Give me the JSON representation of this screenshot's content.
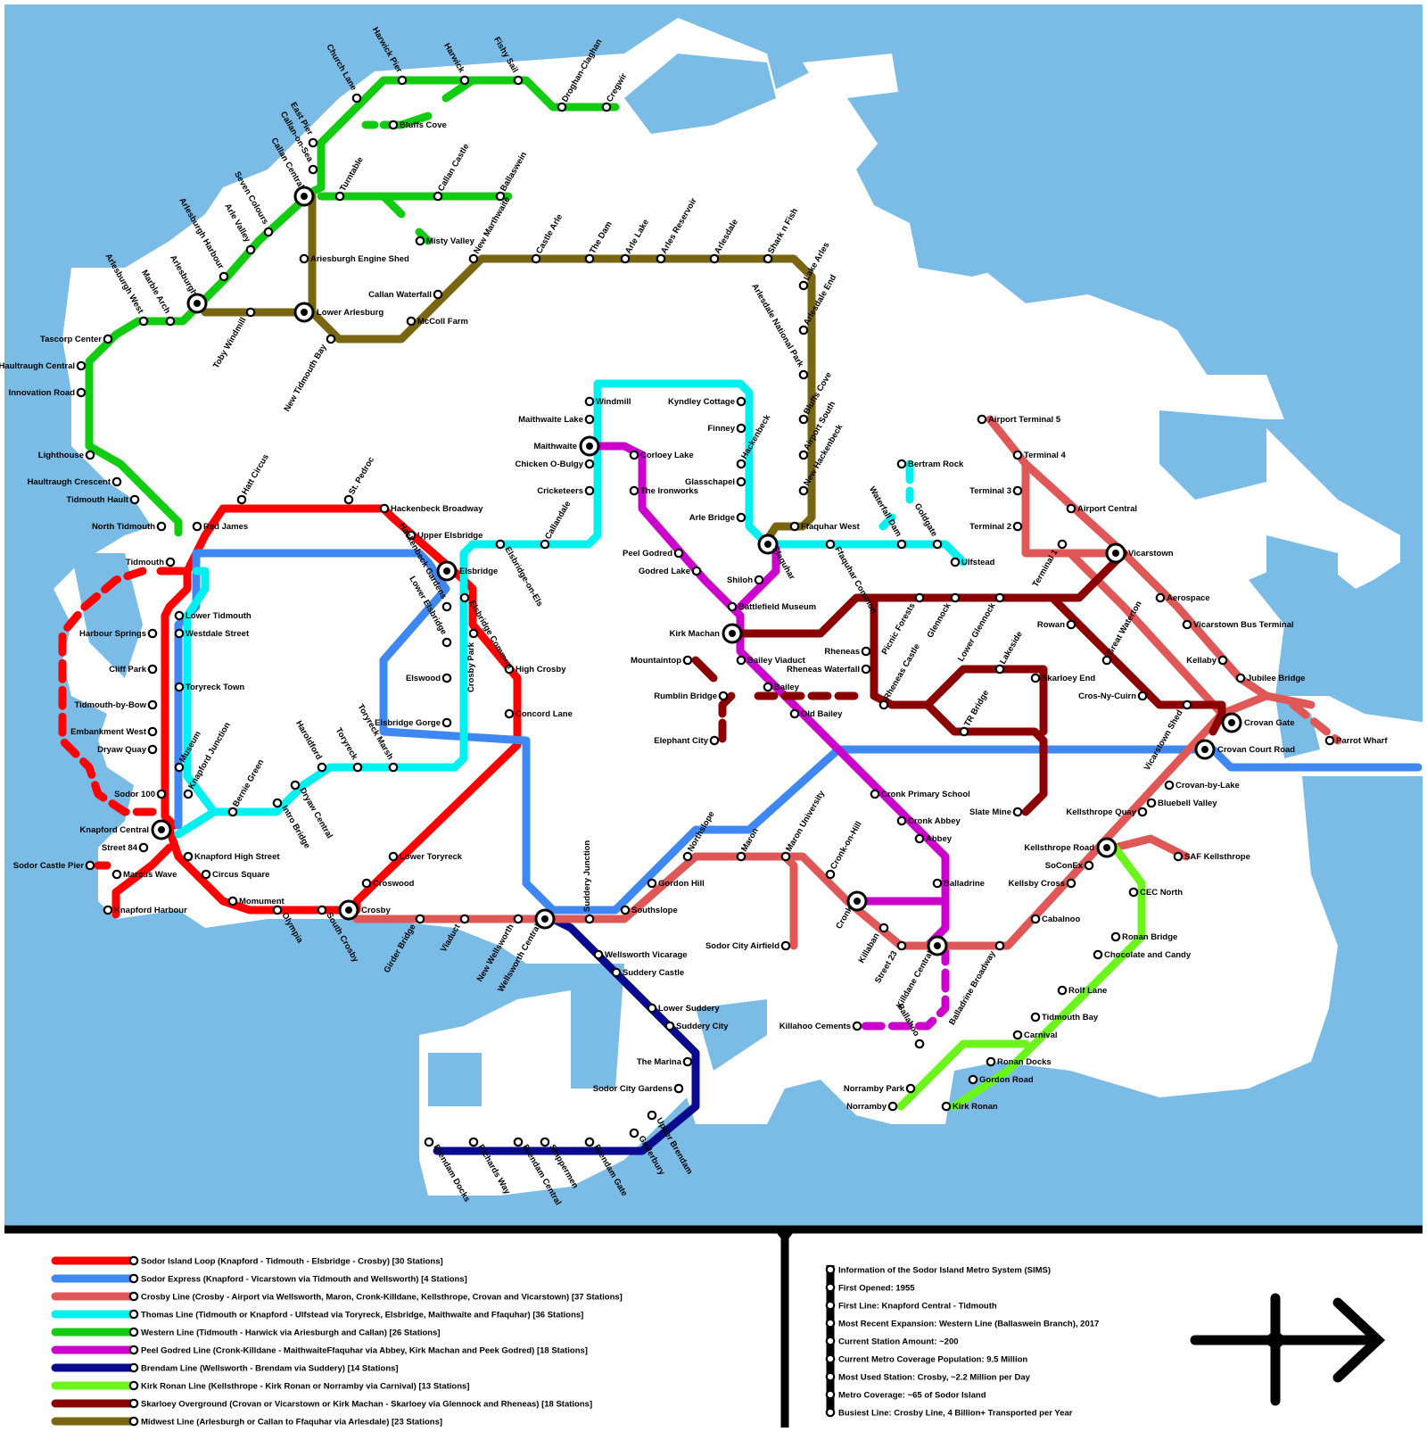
{
  "colors": {
    "water": "#7bbce6",
    "land": "#ffffff",
    "sodor_island_loop": "#ff0000",
    "sodor_express": "#3f88f2",
    "crosby_line": "#e05757",
    "thomas_line": "#00f0f0",
    "western_line": "#11cc11",
    "peel_godred_line": "#cc00cc",
    "brendam_line": "#0a0a8f",
    "kirk_ronan_line": "#6cf51c",
    "skarloey_overground": "#8b0000",
    "midwest_line": "#7a6512"
  },
  "legend": [
    {
      "color_key": "sodor_island_loop",
      "label": "Sodor Island Loop (Knapford - Tidmouth - Elsbridge - Crosby) [30 Stations]"
    },
    {
      "color_key": "sodor_express",
      "label": "Sodor Express (Knapford - Vicarstown via Tidmouth and Wellsworth) [4 Stations]"
    },
    {
      "color_key": "crosby_line",
      "label": "Crosby Line (Crosby - Airport via Wellsworth, Maron, Cronk-Killdane, Kellsthrope, Crovan and Vicarstown) [37 Stations]"
    },
    {
      "color_key": "thomas_line",
      "label": "Thomas Line (Tidmouth or Knapford - Ulfstead via Toryreck, Elsbridge, Maithwaite and Ffaquhar) [36 Stations]"
    },
    {
      "color_key": "western_line",
      "label": "Western Line (Tidmouth - Harwick via Ariesburgh and Callan) [26 Stations]"
    },
    {
      "color_key": "peel_godred_line",
      "label": "Peel Godred Line (Cronk-Killdane - MaithwaiteFfaquhar via Abbey, Kirk Machan and Peek Godred) [18 Stations]"
    },
    {
      "color_key": "brendam_line",
      "label": "Brendam Line (Wellsworth - Brendam via Suddery) [14 Stations]"
    },
    {
      "color_key": "kirk_ronan_line",
      "label": "Kirk Ronan Line (Kellsthrope - Kirk Ronan or Norramby via Carnival) [13 Stations]"
    },
    {
      "color_key": "skarloey_overground",
      "label": "Skarloey Overground (Crovan or Vicarstown or Kirk Machan - Skarloey via Glennock and Rheneas) [18 Stations]"
    },
    {
      "color_key": "midwest_line",
      "label": "Midwest Line (Arlesburgh or Callan to Ffaquhar via Arlesdale) [23 Stations]"
    }
  ],
  "info": [
    "Information of the Sodor Island Metro System (SIMS)",
    "First Opened: 1955",
    "First Line: Knapford Central - Tidmouth",
    "Most Recent Expansion: Western Line (Ballaswein Branch), 2017",
    "Current Station Amount: ~200",
    "Current Metro Coverage Population: 9.5 Million",
    "Most Used Station: Crosby, ~2.2 Million per Day",
    "Metro Coverage: ~65 of Sodor Island",
    "Busiest Line: Crosby Line, 4 Billion+ Transported per Year"
  ],
  "stations": [
    {
      "name": "Harwick Pier"
    },
    {
      "name": "Harwick"
    },
    {
      "name": "Fishy Sail"
    },
    {
      "name": "Droghan-Claghan"
    },
    {
      "name": "Cregwir"
    },
    {
      "name": "Church Lane"
    },
    {
      "name": "Bluffs Cove"
    },
    {
      "name": "East Pier"
    },
    {
      "name": "Callan-on-Sea"
    },
    {
      "name": "Callan Central"
    },
    {
      "name": "Turntable"
    },
    {
      "name": "Callan Castle"
    },
    {
      "name": "Ballaswein"
    },
    {
      "name": "Misty Valley"
    },
    {
      "name": "Seven Colours"
    },
    {
      "name": "Arle Valley"
    },
    {
      "name": "Arlesburgh Harbour"
    },
    {
      "name": "Arlesburgh"
    },
    {
      "name": "Marble Arch"
    },
    {
      "name": "Arlesburgh West"
    },
    {
      "name": "Toby Windmill"
    },
    {
      "name": "Ariesburgh Engine Shed"
    },
    {
      "name": "Lower Arlesburg"
    },
    {
      "name": "New Tidmouth Bay"
    },
    {
      "name": "Callan Waterfall"
    },
    {
      "name": "McColl Farm"
    },
    {
      "name": "New Marthwaite"
    },
    {
      "name": "Castle Arle"
    },
    {
      "name": "The Dam"
    },
    {
      "name": "Arle Lake"
    },
    {
      "name": "Arles Reservoir"
    },
    {
      "name": "Arlesdale"
    },
    {
      "name": "Shark n Fish"
    },
    {
      "name": "Lake Arles"
    },
    {
      "name": "Arlesdale End"
    },
    {
      "name": "Arlesdale National Park"
    },
    {
      "name": "Bluffs Cove"
    },
    {
      "name": "Airport South"
    },
    {
      "name": "New Hackenbeck"
    },
    {
      "name": "Ffaquhar West"
    },
    {
      "name": "Tascorp Center"
    },
    {
      "name": "Haultraugh Central"
    },
    {
      "name": "Innovation Road"
    },
    {
      "name": "Lighthouse"
    },
    {
      "name": "Haultraugh Crescent"
    },
    {
      "name": "Tidmouth Hault"
    },
    {
      "name": "North Tidmouth"
    },
    {
      "name": "Tidmouth"
    },
    {
      "name": "Red James"
    },
    {
      "name": "Hatt Circus"
    },
    {
      "name": "St. Pedroc"
    },
    {
      "name": "Hackenbeck Broadway"
    },
    {
      "name": "Upper Elsbridge"
    },
    {
      "name": "Elsbridge"
    },
    {
      "name": "Elsbridge-on-Els"
    },
    {
      "name": "Callandale"
    },
    {
      "name": "Hackenbeck Gardens"
    },
    {
      "name": "Lower Elsbridge"
    },
    {
      "name": "Elswood"
    },
    {
      "name": "Elsbridge Gorge"
    },
    {
      "name": "Elsbridge Common"
    },
    {
      "name": "Crosby Park"
    },
    {
      "name": "High Crosby"
    },
    {
      "name": "Concord Lane"
    },
    {
      "name": "Lower Tidmouth"
    },
    {
      "name": "Westdale Street"
    },
    {
      "name": "Toryreck Town"
    },
    {
      "name": "Harbour Springs"
    },
    {
      "name": "Cliff Park"
    },
    {
      "name": "Tidmouth-by-Bow"
    },
    {
      "name": "Embankment West"
    },
    {
      "name": "Dryaw Quay"
    },
    {
      "name": "Museum"
    },
    {
      "name": "Knapford Junction"
    },
    {
      "name": "Bernie Green"
    },
    {
      "name": "Intro Bridge"
    },
    {
      "name": "Dryaw Central"
    },
    {
      "name": "Haroldford"
    },
    {
      "name": "Toryreck"
    },
    {
      "name": "Toryreck Marsh"
    },
    {
      "name": "Sodor 100"
    },
    {
      "name": "Knapford Central"
    },
    {
      "name": "Street 84"
    },
    {
      "name": "Sodor Castle Pier"
    },
    {
      "name": "Marcus Wave"
    },
    {
      "name": "Knapford Harbour"
    },
    {
      "name": "Knapford High Street"
    },
    {
      "name": "Circus Square"
    },
    {
      "name": "Momument"
    },
    {
      "name": "Olympia"
    },
    {
      "name": "South Crosby"
    },
    {
      "name": "Crosby"
    },
    {
      "name": "Lower Toryreck"
    },
    {
      "name": "Croswood"
    },
    {
      "name": "Girder Bridge"
    },
    {
      "name": "Viaduct"
    },
    {
      "name": "New Wellsworth"
    },
    {
      "name": "Wellsworth Central"
    },
    {
      "name": "Suddery Junction"
    },
    {
      "name": "Southslope"
    },
    {
      "name": "Gordon Hill"
    },
    {
      "name": "Northslope"
    },
    {
      "name": "Maron"
    },
    {
      "name": "Maron University"
    },
    {
      "name": "Sodor City Airfield"
    },
    {
      "name": "Cronk-on-Hill"
    },
    {
      "name": "Cronk"
    },
    {
      "name": "Killaban"
    },
    {
      "name": "Street 23"
    },
    {
      "name": "Killdane Central"
    },
    {
      "name": "Balladrine Broadway"
    },
    {
      "name": "Balladrine"
    },
    {
      "name": "Wellsworth Vicarage"
    },
    {
      "name": "Suddery Castle"
    },
    {
      "name": "Lower Suddery"
    },
    {
      "name": "Suddery City"
    },
    {
      "name": "The Marina"
    },
    {
      "name": "Sodor City Gardens"
    },
    {
      "name": "Upper Brendam"
    },
    {
      "name": "Girderbury"
    },
    {
      "name": "Brendam Docks"
    },
    {
      "name": "Richards Way"
    },
    {
      "name": "Brendam Central"
    },
    {
      "name": "Shippermen"
    },
    {
      "name": "Brendam Gate"
    },
    {
      "name": "Windmill"
    },
    {
      "name": "Maithwaite Lake"
    },
    {
      "name": "Maithwaite"
    },
    {
      "name": "Chicken O-Bulgy"
    },
    {
      "name": "Cricketeers"
    },
    {
      "name": "Corloey Lake"
    },
    {
      "name": "The Ironworks"
    },
    {
      "name": "Kyndley Cottage"
    },
    {
      "name": "Finney"
    },
    {
      "name": "Hackenbeck"
    },
    {
      "name": "Glasschapel"
    },
    {
      "name": "Arle Bridge"
    },
    {
      "name": "Ffaquhar"
    },
    {
      "name": "Peel Godred"
    },
    {
      "name": "Godred Lake"
    },
    {
      "name": "Shiloh"
    },
    {
      "name": "Battlefield Museum"
    },
    {
      "name": "Kirk Machan"
    },
    {
      "name": "Bailey Viaduct"
    },
    {
      "name": "Bailey"
    },
    {
      "name": "Old Bailey"
    },
    {
      "name": "Mountaintop"
    },
    {
      "name": "Rumblin Bridge"
    },
    {
      "name": "Elephant City"
    },
    {
      "name": "Cronk Primary School"
    },
    {
      "name": "Cronk Abbey"
    },
    {
      "name": "Abbey"
    },
    {
      "name": "Killahoo Cements"
    },
    {
      "name": "Ballahoo"
    },
    {
      "name": "Bertram Rock"
    },
    {
      "name": "Waterfall Dam"
    },
    {
      "name": "Goldgate"
    },
    {
      "name": "Ulfstead"
    },
    {
      "name": "Ffaquhar Common"
    },
    {
      "name": "Picnic Forests"
    },
    {
      "name": "Glennock"
    },
    {
      "name": "Lower Glennock"
    },
    {
      "name": "Rheneas"
    },
    {
      "name": "Rheneas Waterfall"
    },
    {
      "name": "Rheneas Castle"
    },
    {
      "name": "TR Bridge"
    },
    {
      "name": "Lakeside"
    },
    {
      "name": "Skarloey End"
    },
    {
      "name": "Slate Mine"
    },
    {
      "name": "Airport Terminal 5"
    },
    {
      "name": "Terminal 4"
    },
    {
      "name": "Terminal 3"
    },
    {
      "name": "Terminal 2"
    },
    {
      "name": "Terminal 1"
    },
    {
      "name": "Airport Central"
    },
    {
      "name": "Vicarstown"
    },
    {
      "name": "Aerospace"
    },
    {
      "name": "Rowan"
    },
    {
      "name": "Vicarstown Bus Terminal"
    },
    {
      "name": "Great Waterton"
    },
    {
      "name": "Kellaby"
    },
    {
      "name": "Jubilee Bridge"
    },
    {
      "name": "Cros-Ny-Cuirn"
    },
    {
      "name": "Vicarstown Shed"
    },
    {
      "name": "Crovan Gate"
    },
    {
      "name": "Parrot Wharf"
    },
    {
      "name": "Crovan Court Road"
    },
    {
      "name": "Crovan-by-Lake"
    },
    {
      "name": "Bluebell Valley"
    },
    {
      "name": "Kellsthrope Quay"
    },
    {
      "name": "Kellsthrope Road"
    },
    {
      "name": "SAF Kellsthrope"
    },
    {
      "name": "SoConEx"
    },
    {
      "name": "Kellsby Cross"
    },
    {
      "name": "CEC North"
    },
    {
      "name": "Cabalnoo"
    },
    {
      "name": "Ronan Bridge"
    },
    {
      "name": "Chocolate and Candy"
    },
    {
      "name": "Rolf Lane"
    },
    {
      "name": "Tidmouth Bay"
    },
    {
      "name": "Carnival"
    },
    {
      "name": "Ronan Docks"
    },
    {
      "name": "Gordon Road"
    },
    {
      "name": "Norramby Park"
    },
    {
      "name": "Norramby"
    },
    {
      "name": "Kirk Ronan"
    }
  ]
}
